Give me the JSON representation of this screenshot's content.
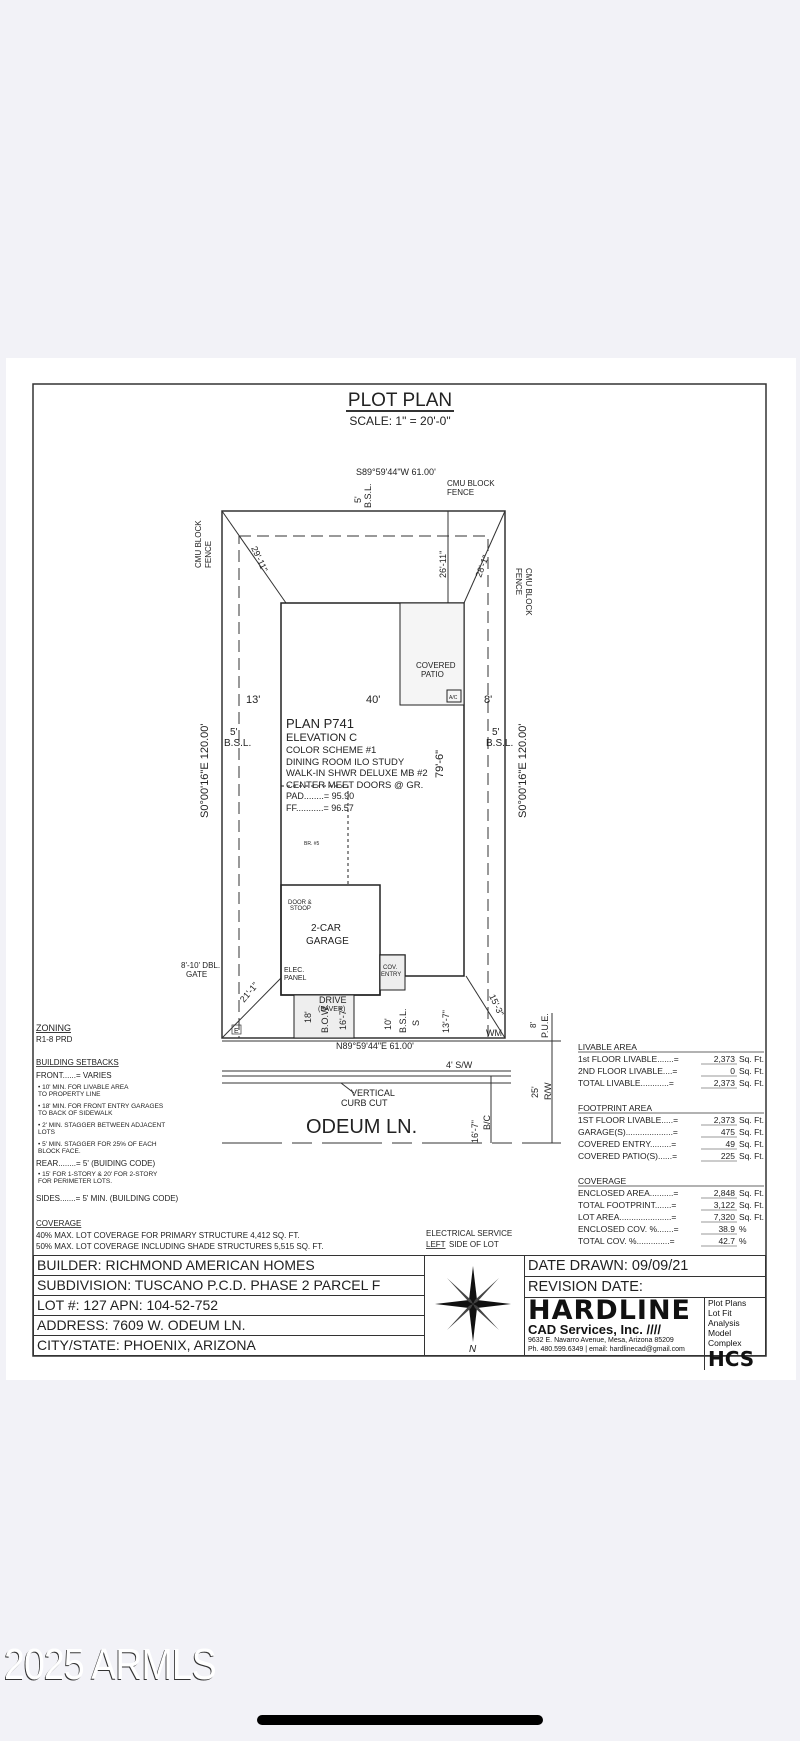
{
  "title": "PLOT PLAN",
  "scale": "SCALE: 1\" = 20'-0\"",
  "plan": {
    "north_bearing": "S89°59'44\"W 61.00'",
    "south_bearing": "N89°59'44\"E 61.00'",
    "west_bearing": "S0°00'16\"E 120.00'",
    "east_bearing": "S0°00'16\"E 120.00'",
    "cmu_fence": "CMU BLOCK",
    "fence": "FENCE",
    "bsl": "B.S.L.",
    "five": "5'",
    "d_rear_left": "29'-11\"",
    "d_rear_mid": "26'-11\"",
    "d_rear_right": "28'-1\"",
    "covered": "COVERED",
    "patio": "PATIO",
    "d13": "13'",
    "d40": "40'",
    "d8": "8'",
    "ac": "A/C",
    "plan_lines": [
      "PLAN P741",
      "ELEVATION C",
      "COLOR SCHEME #1",
      "DINING ROOM ILO STUDY",
      "WALK-IN SHWR DELUXE MB #2",
      "CENTER MEET DOORS @ GR.",
      "PAD........= 95.90",
      "FF...........= 96.57"
    ],
    "depth": "79'-6\"",
    "br": "BR. #5",
    "door": "DOOR &",
    "stoop": "STOOP",
    "garage1": "2-CAR",
    "garage2": "GARAGE",
    "gate1": "8'-10' DBL.",
    "gate2": "GATE",
    "elec1": "ELEC.",
    "elec2": "PANEL",
    "cov1": "COV.",
    "cov2": "ENTRY",
    "drive": "DRIVE",
    "paver": "(PAVER)",
    "d18": "18'",
    "bow": "B.O.W.",
    "d167": "16'-7\"",
    "d10": "10'",
    "s": "S",
    "d137": "13'-7\"",
    "d211": "21'-1\"",
    "d153": "15'-3\"",
    "e": "E",
    "wm": "WM",
    "pue": "P.U.E.",
    "sw": "4' S/W",
    "curb1": "VERTICAL",
    "curb2": "CURB CUT",
    "street": "ODEUM LN.",
    "d25": "25'",
    "rw": "R/W",
    "bc": "B/C",
    "d167b": "16'-7\""
  },
  "notes": {
    "zoning_h": "ZONING",
    "zoning": "R1-8 PRD",
    "setbacks_h": "BUILDING SETBACKS",
    "front": "FRONT......= VARIES",
    "front_items": [
      "• 10' MIN. FOR LIVABLE AREA",
      "  TO PROPERTY LINE",
      "• 18' MIN. FOR FRONT ENTRY GARAGES",
      "  TO BACK OF SIDEWALK",
      "• 2' MIN. STAGGER BETWEEN ADJACENT",
      "  LOTS",
      "• 5' MIN. STAGGER FOR 25% OF EACH",
      "  BLOCK FACE."
    ],
    "rear": "REAR........= 5' (BUIDING CODE)",
    "rear_items": [
      "• 15' FOR 1-STORY & 20' FOR 2-STORY",
      "  FOR PERIMETER LOTS."
    ],
    "sides": "SIDES.......= 5' MIN. (BUILDING CODE)",
    "coverage_h": "COVERAGE",
    "coverage": [
      "40% MAX. LOT COVERAGE FOR PRIMARY STRUCTURE 4,412 SQ. FT.",
      "50% MAX. LOT COVERAGE INCLUDING SHADE STRUCTURES 5,515 SQ. FT."
    ],
    "elec1": "ELECTRICAL SERVICE",
    "elec_left": "LEFT",
    "elec2": "SIDE OF LOT"
  },
  "areas": [
    {
      "h": "LIVABLE AREA",
      "rows": [
        [
          "1st FLOOR LIVABLE.......=",
          "2,373",
          "Sq. Ft."
        ],
        [
          "2ND FLOOR LIVABLE....=",
          "0",
          "Sq. Ft."
        ],
        [
          "TOTAL LIVABLE............=",
          "2,373",
          "Sq. Ft."
        ]
      ]
    },
    {
      "h": "FOOTPRINT AREA",
      "rows": [
        [
          "1ST FLOOR LIVABLE.....=",
          "2,373",
          "Sq. Ft."
        ],
        [
          "GARAGE(S)....................=",
          "475",
          "Sq. Ft."
        ],
        [
          "COVERED ENTRY.........=",
          "49",
          "Sq. Ft."
        ],
        [
          "COVERED PATIO(S)......=",
          "225",
          "Sq. Ft."
        ]
      ]
    },
    {
      "h": "COVERAGE",
      "rows": [
        [
          "ENCLOSED AREA..........=",
          "2,848",
          "Sq. Ft."
        ],
        [
          "TOTAL FOOTPRINT.......=",
          "3,122",
          "Sq. Ft."
        ],
        [
          "LOT AREA......................=",
          "7,320",
          "Sq. Ft."
        ],
        [
          "ENCLOSED COV. %.......=",
          "38.9",
          "%"
        ],
        [
          "TOTAL COV. %..............=",
          "42.7",
          "%"
        ]
      ]
    }
  ],
  "titleblock": {
    "builder": "BUILDER: RICHMOND AMERICAN HOMES",
    "subdivision": "SUBDIVISION: TUSCANO P.C.D. PHASE 2 PARCEL F",
    "lot": "LOT #: 127     APN: 104-52-752",
    "address": "ADDRESS: 7609 W. ODEUM LN.",
    "city": "CITY/STATE: PHOENIX, ARIZONA",
    "north": "N",
    "date_drawn": "DATE DRAWN:  09/09/21",
    "revision": "REVISION DATE:",
    "logo": "HARDLINE",
    "logo_sub": "CAD Services, Inc. ////",
    "logo_addr": "9632 E. Navarro Avenue, Mesa, Arizona 85209",
    "logo_ph": "Ph. 480.599.6349 | email: hardlinecad@gmail.com",
    "side": [
      "Plot Plans",
      "Lot Fit Analysis",
      "Model Complex"
    ],
    "hcs": "HCS"
  },
  "watermark": "2025 ARMLS"
}
